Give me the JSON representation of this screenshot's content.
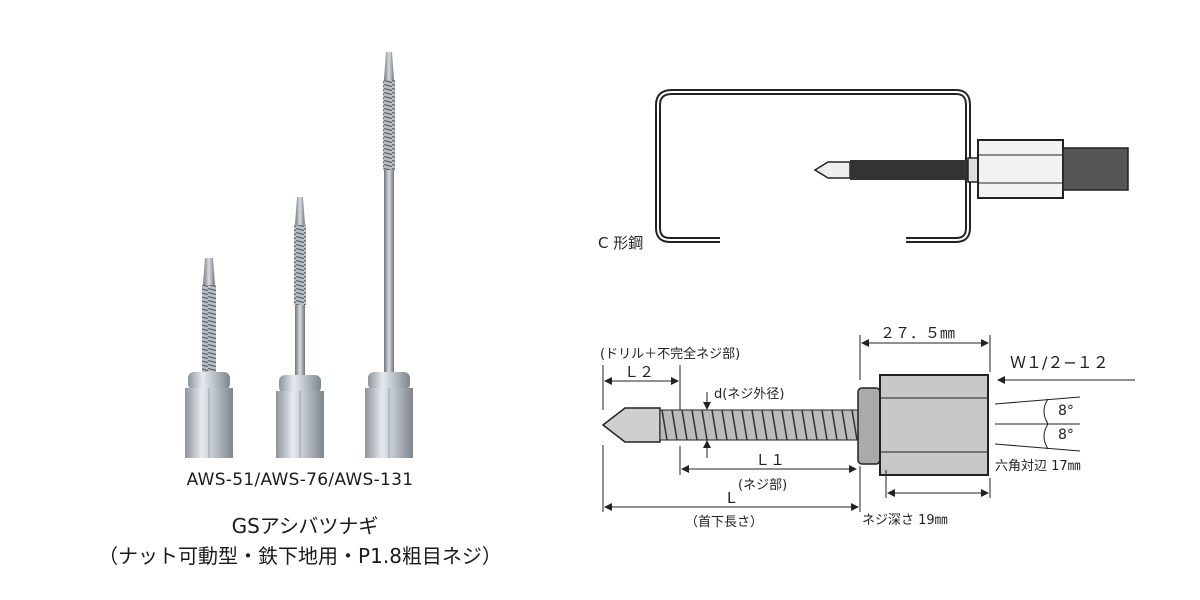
{
  "product": {
    "models": "AWS-51/AWS-76/AWS-131",
    "name": "GSアシバツナギ",
    "subtitle": "（ナット可動型・鉄下地用・P1.8粗目ネジ）"
  },
  "install_diagram": {
    "steel_label": "C 形鋼"
  },
  "dimension_diagram": {
    "width_label": "２７．５㎜",
    "drill_label": "(ドリル＋不完全ネジ部)",
    "l2_label": "Ｌ２",
    "d_label": "d(ネジ外径)",
    "l1_label": "Ｌ１",
    "l1_sub": "(ネジ部)",
    "l_label": "L",
    "l_sub": "（首下長さ）",
    "thread_label": "Ｗ１/２−１２",
    "angle1": "8°",
    "angle2": "8°",
    "hex_label": "六角対辺 17㎜",
    "depth_label": "ネジ深さ 19㎜"
  }
}
